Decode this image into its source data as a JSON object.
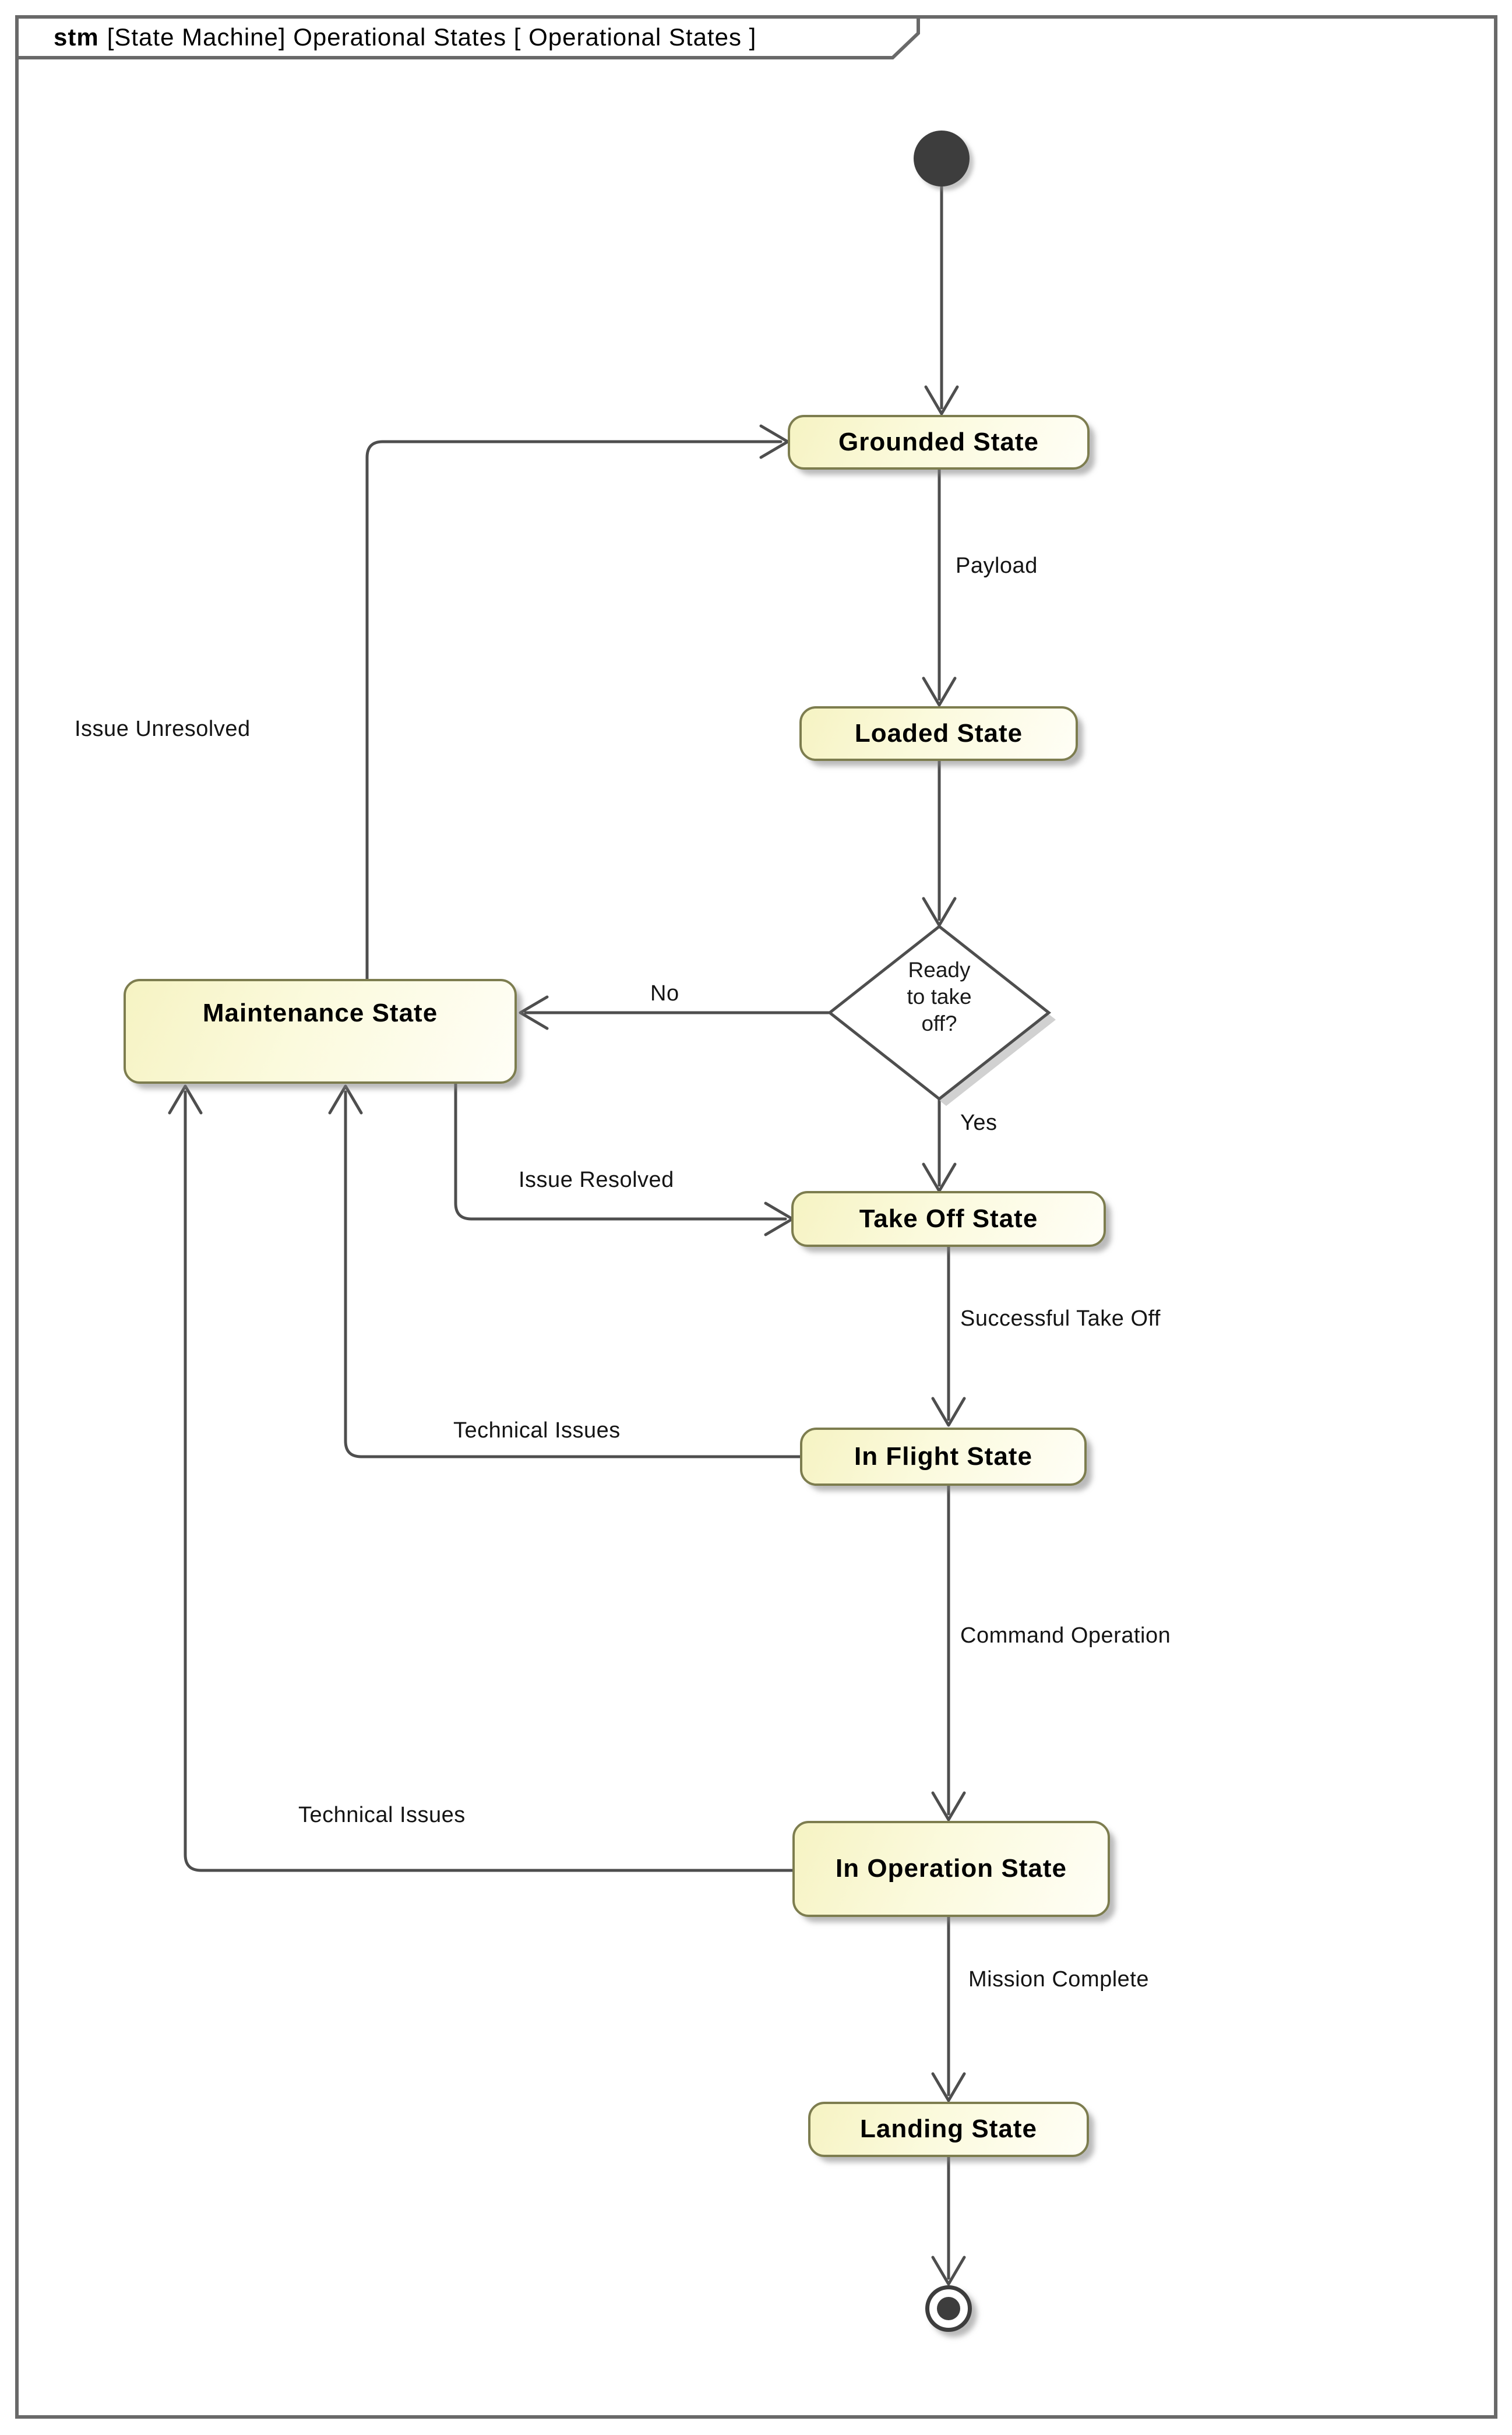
{
  "frame": {
    "keyword": "stm",
    "title": "[State Machine] Operational States [ Operational States ]"
  },
  "colors": {
    "state_fill": "#f6f3c3",
    "state_fill_light": "#fffef6",
    "state_border": "#7d7d4f",
    "line": "#4e4e4e",
    "node_fill": "#3d3d3d",
    "frame_border": "#696969",
    "shadow": "#b9b9b9"
  },
  "states": {
    "grounded": {
      "label": "Grounded State"
    },
    "loaded": {
      "label": "Loaded State"
    },
    "maintenance": {
      "label": "Maintenance State"
    },
    "takeoff": {
      "label": "Take Off State"
    },
    "inflight": {
      "label": "In Flight State"
    },
    "inoperation": {
      "label": "In Operation State"
    },
    "landing": {
      "label": "Landing State"
    }
  },
  "decision": {
    "label": "Ready\nto take\noff?"
  },
  "transitions": {
    "payload": {
      "label": "Payload"
    },
    "issue_unresolved": {
      "label": "Issue Unresolved"
    },
    "no": {
      "label": "No"
    },
    "yes": {
      "label": "Yes"
    },
    "issue_resolved": {
      "label": "Issue Resolved"
    },
    "successful_takeoff": {
      "label": "Successful Take Off"
    },
    "technical_issues_flight": {
      "label": "Technical Issues"
    },
    "command_operation": {
      "label": "Command Operation"
    },
    "technical_issues_op": {
      "label": "Technical Issues"
    },
    "mission_complete": {
      "label": "Mission Complete"
    }
  }
}
